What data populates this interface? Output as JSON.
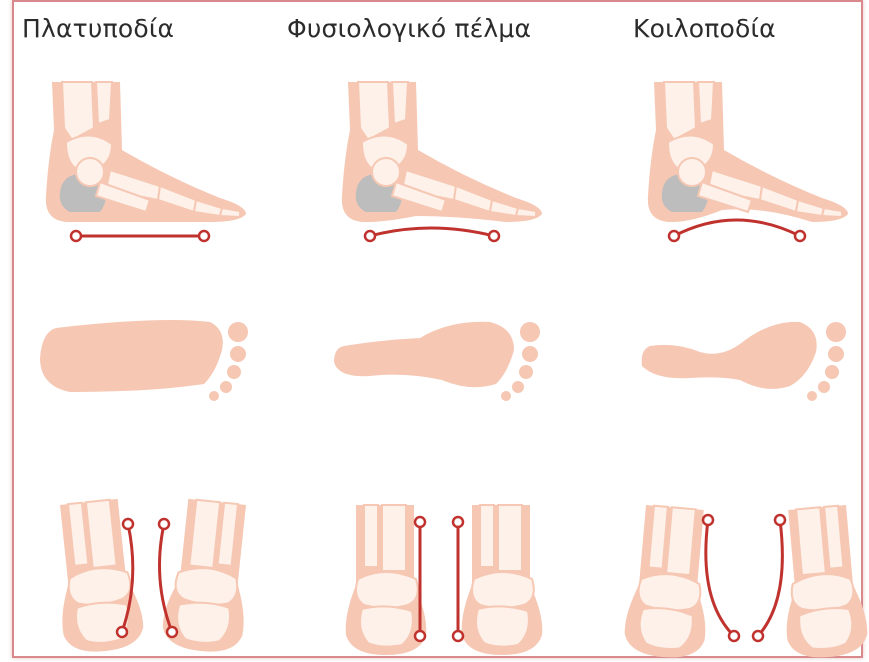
{
  "headings": {
    "flat": "Πλατυποδία",
    "normal": "Φυσιολογικό πέλμα",
    "high": "Κοιλοποδία"
  },
  "colors": {
    "skin": "#f6c7b3",
    "bone": "#fdf1ea",
    "bone_stroke": "#f6c7b3",
    "tarsal": "#bdbdbd",
    "arch_line": "#c0322e",
    "frame_border": "#d9898c"
  }
}
